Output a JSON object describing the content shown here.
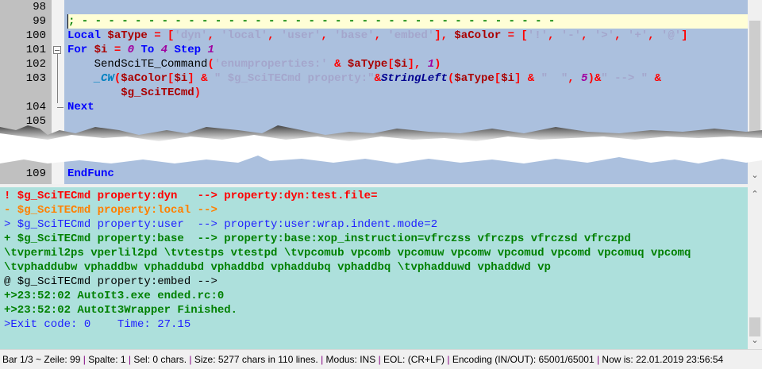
{
  "editor": {
    "lines": [
      {
        "num": "98",
        "tokens": []
      },
      {
        "num": "99",
        "caret": true,
        "tokens": [
          [
            ";",
            "cmt"
          ],
          [
            " - - - - - - - - - - - - - - - - - - - - - - - - - - - - - - - - - - - -",
            "cmt"
          ]
        ]
      },
      {
        "num": "100",
        "tokens": [
          [
            "Local ",
            "kw"
          ],
          [
            "$aType",
            "var"
          ],
          [
            " = [",
            "op"
          ],
          [
            "'dyn'",
            "str"
          ],
          [
            ", ",
            "op"
          ],
          [
            "'local'",
            "str"
          ],
          [
            ", ",
            "op"
          ],
          [
            "'user'",
            "str"
          ],
          [
            ", ",
            "op"
          ],
          [
            "'base'",
            "str"
          ],
          [
            ", ",
            "op"
          ],
          [
            "'embed'",
            "str"
          ],
          [
            "], ",
            "op"
          ],
          [
            "$aColor",
            "var"
          ],
          [
            " = [",
            "op"
          ],
          [
            "'!'",
            "str"
          ],
          [
            ", ",
            "op"
          ],
          [
            "'-'",
            "str"
          ],
          [
            ", ",
            "op"
          ],
          [
            "'>'",
            "str"
          ],
          [
            ", ",
            "op"
          ],
          [
            "'+'",
            "str"
          ],
          [
            ", ",
            "op"
          ],
          [
            "'@'",
            "str"
          ],
          [
            "]",
            "op"
          ]
        ]
      },
      {
        "num": "101",
        "fold": "start",
        "tokens": [
          [
            "For ",
            "kw"
          ],
          [
            "$i",
            "var"
          ],
          [
            " = ",
            "op"
          ],
          [
            "0",
            "num"
          ],
          [
            " To ",
            "kw"
          ],
          [
            "4",
            "num"
          ],
          [
            " Step ",
            "kw"
          ],
          [
            "1",
            "num"
          ]
        ]
      },
      {
        "num": "102",
        "tokens": [
          [
            "    SendSciTE_Command",
            "plain"
          ],
          [
            "(",
            "op"
          ],
          [
            "'enumproperties:'",
            "str"
          ],
          [
            " & ",
            "op"
          ],
          [
            "$aType",
            "var"
          ],
          [
            "[",
            "op"
          ],
          [
            "$i",
            "var"
          ],
          [
            "], ",
            "op"
          ],
          [
            "1",
            "num"
          ],
          [
            ")",
            "op"
          ]
        ]
      },
      {
        "num": "103",
        "tokens": [
          [
            "    ",
            "plain"
          ],
          [
            "_CW",
            "fn"
          ],
          [
            "(",
            "op"
          ],
          [
            "$aColor",
            "var"
          ],
          [
            "[",
            "op"
          ],
          [
            "$i",
            "var"
          ],
          [
            "]",
            "op"
          ],
          [
            " & ",
            "op"
          ],
          [
            "\" $g_SciTECmd property:\"",
            "str"
          ],
          [
            "&",
            "op"
          ],
          [
            "StringLeft",
            "sfn"
          ],
          [
            "(",
            "op"
          ],
          [
            "$aType",
            "var"
          ],
          [
            "[",
            "op"
          ],
          [
            "$i",
            "var"
          ],
          [
            "]",
            "op"
          ],
          [
            " & ",
            "op"
          ],
          [
            "\"  \"",
            "str"
          ],
          [
            ", ",
            "op"
          ],
          [
            "5",
            "num"
          ],
          [
            ")",
            "op"
          ],
          [
            "&",
            "op"
          ],
          [
            "\" --> \"",
            "str"
          ],
          [
            " &",
            "op"
          ]
        ]
      },
      {
        "num": "",
        "tokens": [
          [
            "        ",
            "plain"
          ],
          [
            "$g_SciTECmd",
            "var"
          ],
          [
            ")",
            "op"
          ]
        ]
      },
      {
        "num": "104",
        "fold": "end",
        "tokens": [
          [
            "Next",
            "kw"
          ]
        ]
      },
      {
        "num": "105",
        "tokens": []
      }
    ],
    "last_line": {
      "num": "109",
      "tokens": [
        [
          "EndFunc",
          "kw"
        ]
      ]
    }
  },
  "output": {
    "lines": [
      {
        "text": "! $g_SciTECmd property:dyn   --> property:dyn:test.file=",
        "color": "red"
      },
      {
        "text": "- $g_SciTECmd property:local -->",
        "color": "orange"
      },
      {
        "text": "> $g_SciTECmd property:user  --> property:user:wrap.indent.mode=2",
        "color": "blue"
      },
      {
        "text": "+ $g_SciTECmd property:base  --> property:base:xop_instruction=vfrczss vfrczps vfrczsd vfrczpd",
        "color": "green"
      },
      {
        "text": "\\tvpermil2ps vperlil2pd \\tvtestps vtestpd \\tvpcomub vpcomb vpcomuw vpcomw vpcomud vpcomd vpcomuq vpcomq",
        "color": "green"
      },
      {
        "text": "\\tvphaddubw vphaddbw vphaddubd vphaddbd vphaddubq vphaddbq \\tvphadduwd vphaddwd vp",
        "color": "green"
      },
      {
        "text": "@ $g_SciTECmd property:embed -->",
        "color": "black"
      },
      {
        "text": "+>23:52:02 AutoIt3.exe ended.rc:0",
        "color": "green"
      },
      {
        "text": "+>23:52:02 AutoIt3Wrapper Finished.",
        "color": "green"
      },
      {
        "text": ">Exit code: 0    Time: 27.15",
        "color": "exit"
      }
    ]
  },
  "status": {
    "items": [
      "Bar 1/3 ~ Zeile: 99",
      "Spalte: 1",
      "Sel: 0 chars.",
      "Size: 5277 chars in 110 lines.",
      "Modus: INS",
      "EOL: (CR+LF)",
      "Encoding (IN/OUT): 65001/65001",
      "Now is: 22.01.2019 23:56:54"
    ],
    "separator": " | "
  },
  "icons": {
    "scroll_up": "chevron-up-icon",
    "scroll_down": "chevron-down-icon",
    "fold": "minus-box-icon"
  }
}
